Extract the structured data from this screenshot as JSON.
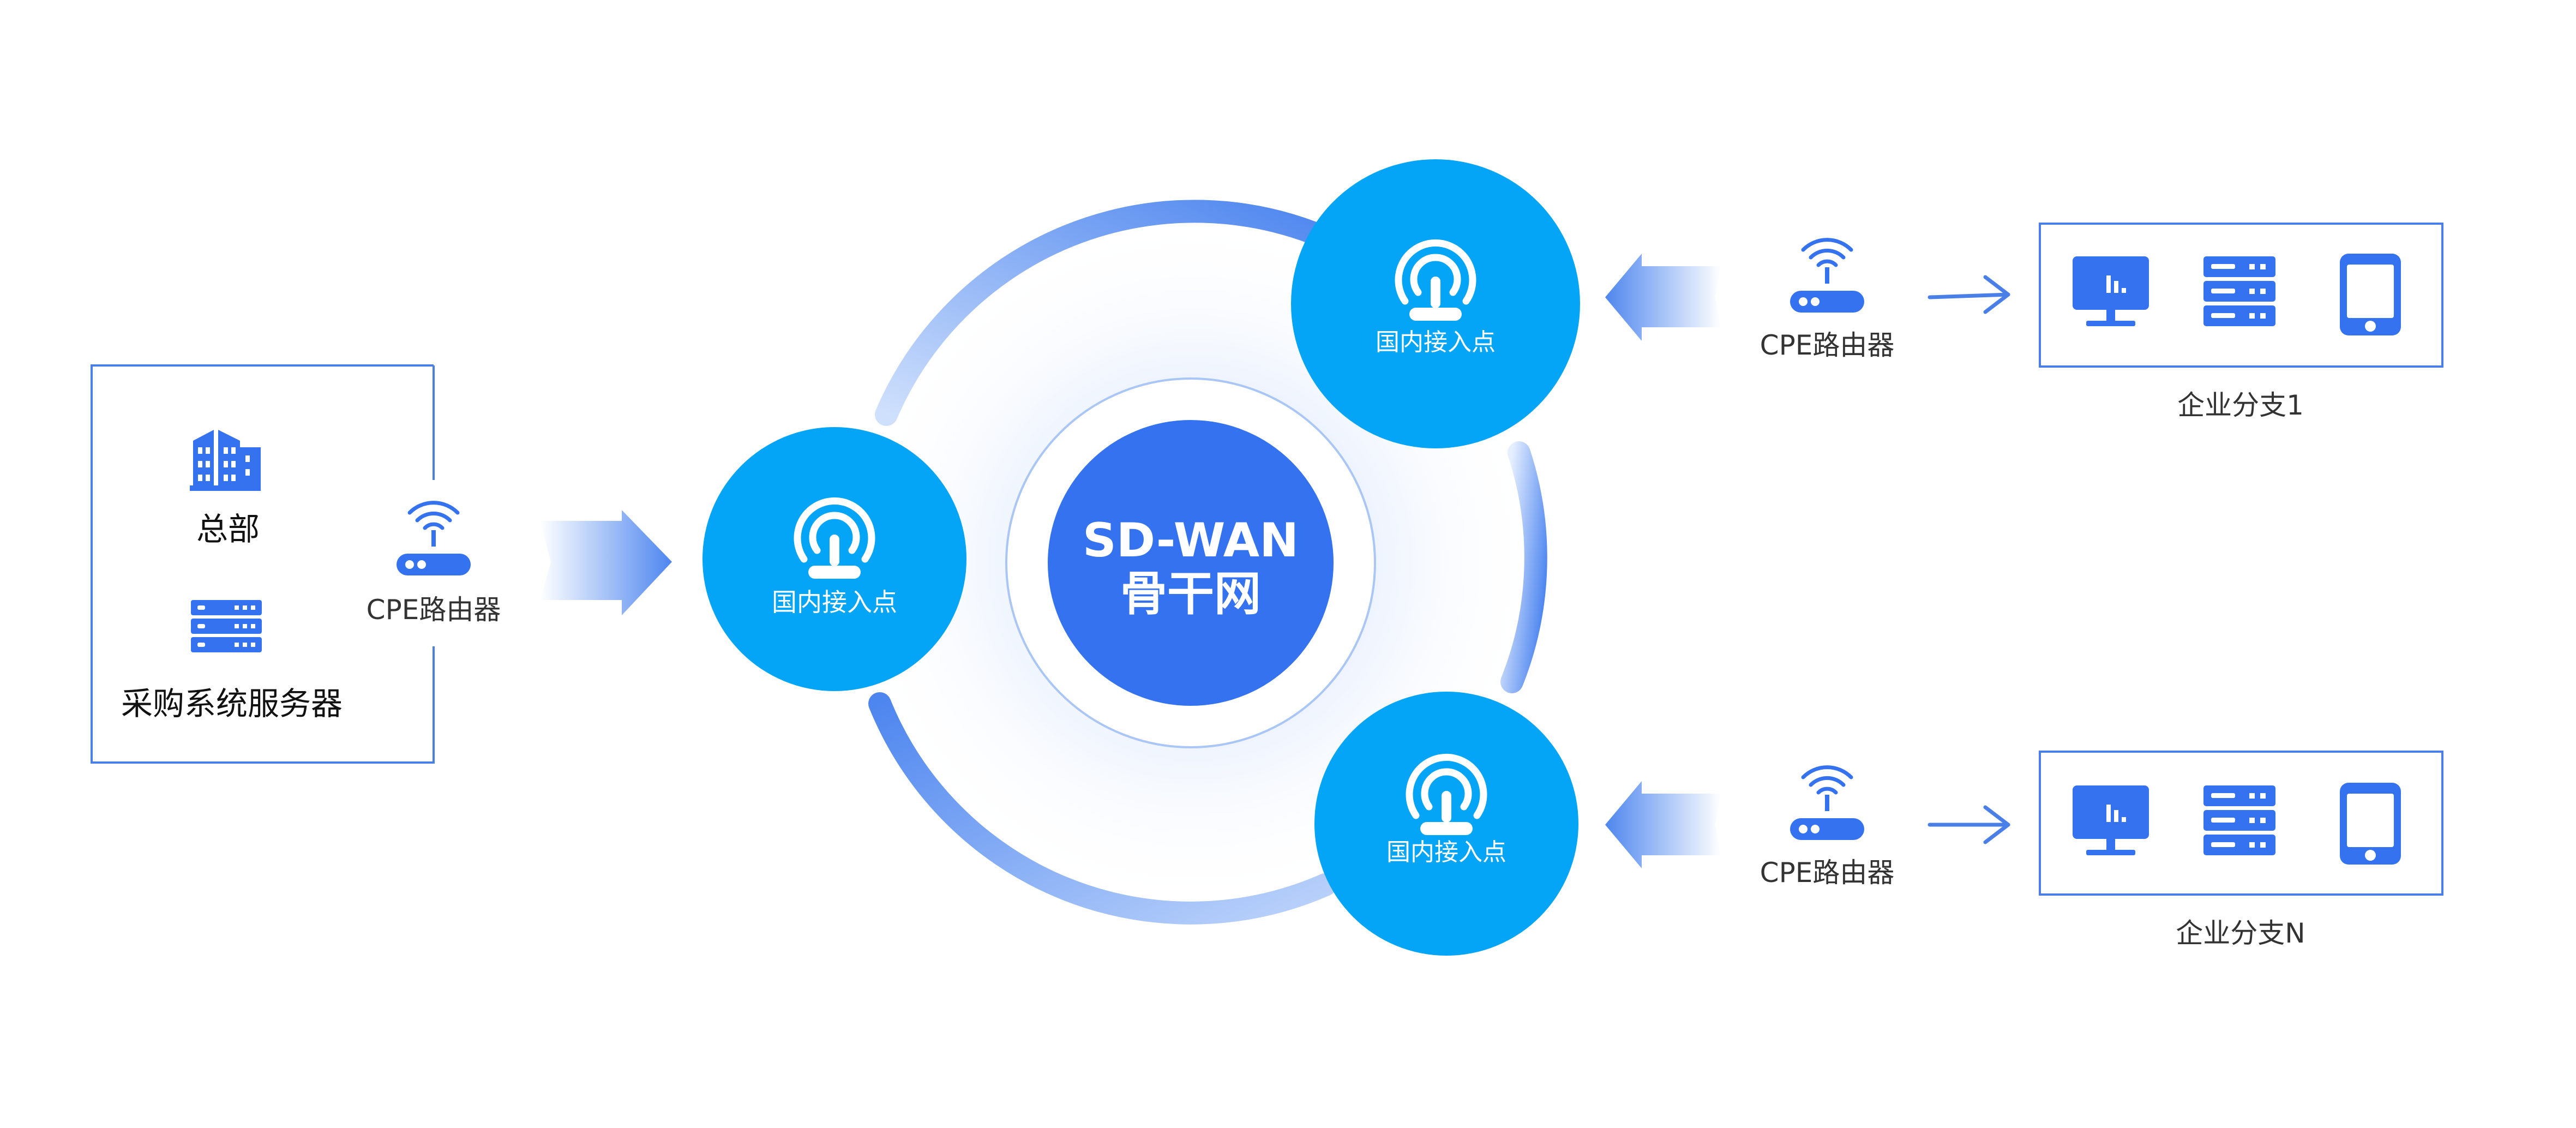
{
  "hq": {
    "title": "总部",
    "server_label": "采购系统服务器"
  },
  "cpe_label": "CPE路由器",
  "core": {
    "line1": "SD-WAN",
    "line2": "骨干网"
  },
  "access_point_label": "国内接入点",
  "branches": [
    {
      "label": "企业分支1"
    },
    {
      "label": "企业分支N"
    }
  ],
  "colors": {
    "primary_blue": "#3472f0",
    "access_cyan": "#04a5f7",
    "frame_blue": "#4a7fe8",
    "text_dark": "#333333",
    "white": "#ffffff"
  },
  "icons": [
    "building-icon",
    "server-icon",
    "router-wifi-icon",
    "access-point-icon",
    "monitor-icon",
    "phone-icon",
    "arrow-right-icon",
    "arrow-left-icon"
  ]
}
